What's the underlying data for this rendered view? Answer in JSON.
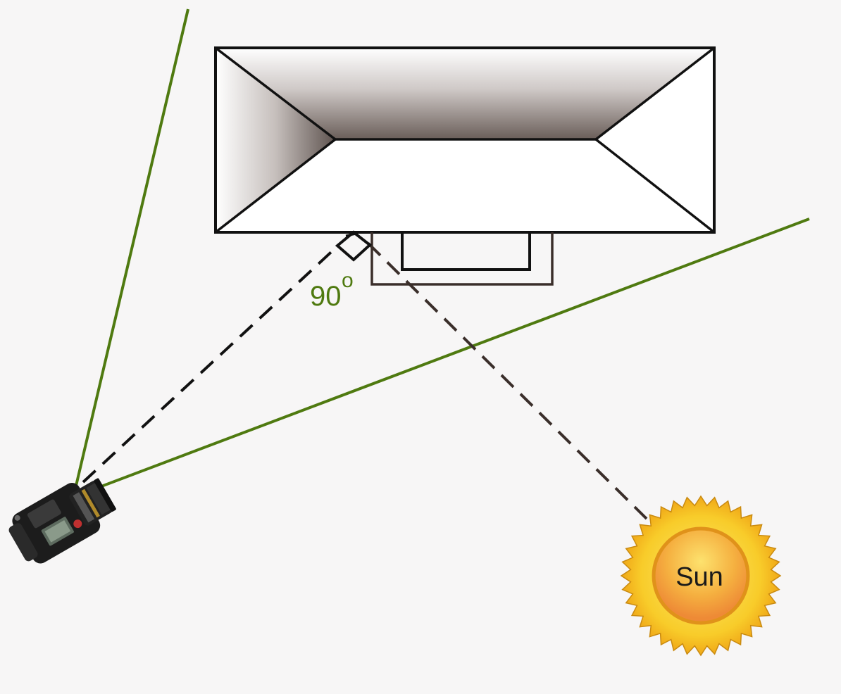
{
  "angle_label": "90",
  "degree_symbol": "o",
  "sun_label": "Sun",
  "colors": {
    "background": "#f7f6f6",
    "field_of_view": "#4f7a10",
    "angle_text": "#4f7a10",
    "roof_outline": "#111111",
    "porch_outline": "#3a2e2a",
    "dashed_line": "#111111",
    "sun_outer": "#f6c21c",
    "sun_inner": "#f29a3a",
    "sun_text": "#1a1a1a"
  },
  "icons": [
    "camera-icon",
    "sun-icon",
    "right-angle-icon"
  ]
}
